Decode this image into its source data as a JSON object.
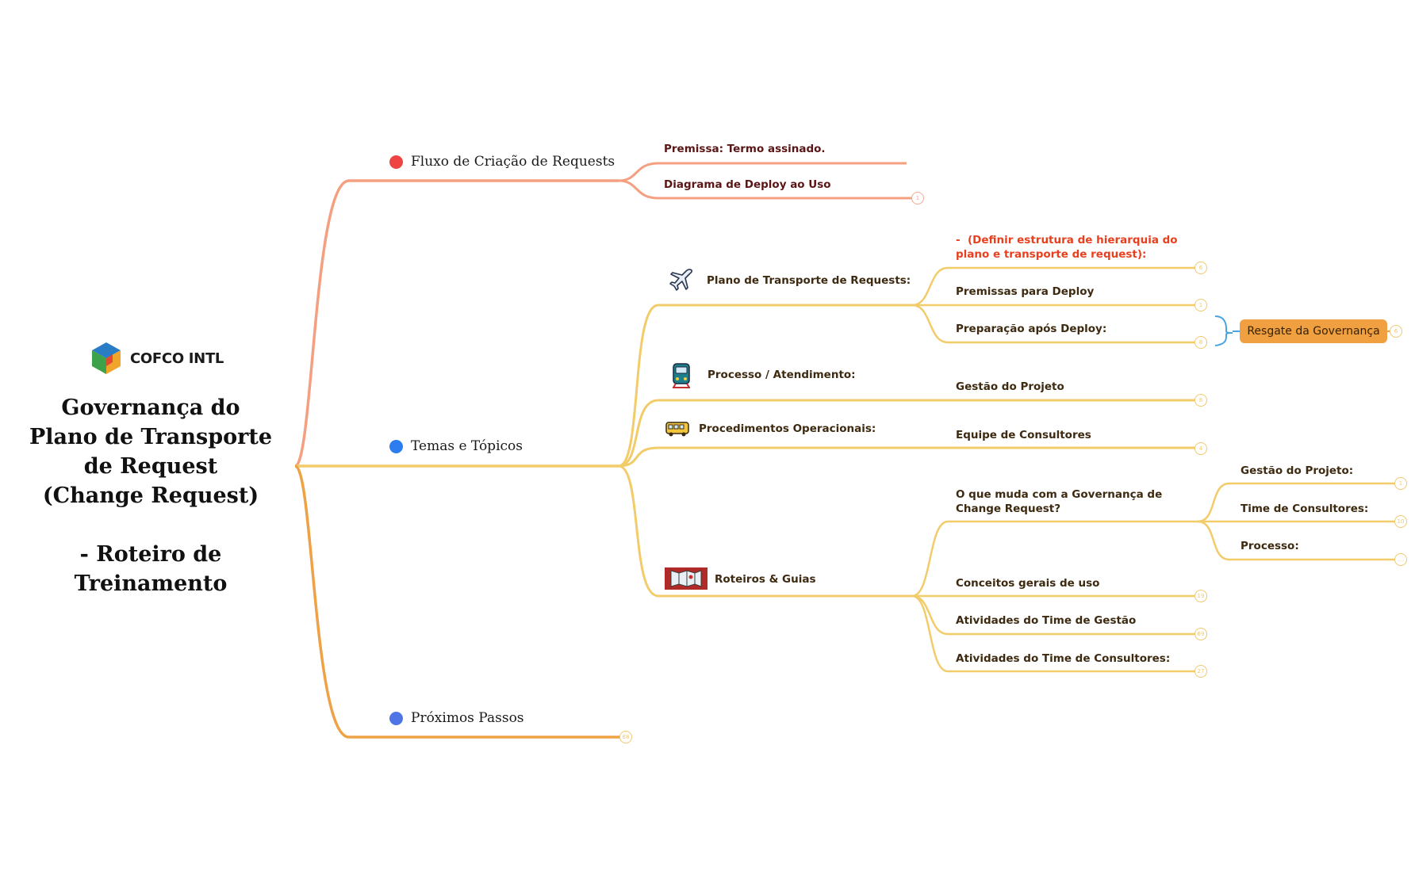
{
  "root": {
    "logo_text": "COFCO INTL",
    "title_lines": [
      "Governança do",
      "Plano de Transporte",
      "de Request",
      "(Change Request)",
      "",
      "- Roteiro de",
      "Treinamento"
    ]
  },
  "colors": {
    "branch_red": "#f4a080",
    "branch_yellow": "#f2cc6a",
    "branch_orange": "#eea245",
    "dot_red": "#ee4444",
    "dot_blue": "#2e7df0",
    "dot_blue2": "#4f74e6",
    "callout": "#f0a040"
  },
  "main_topics": {
    "fluxo": {
      "label": "Fluxo de Criação de Requests",
      "children": [
        "Premissa: Termo assinado.",
        "Diagrama de Deploy ao Uso"
      ],
      "badges": [
        "1"
      ]
    },
    "temas": {
      "label": "Temas e Tópicos"
    },
    "proximos": {
      "label": "Próximos Passos",
      "badge": "68"
    }
  },
  "temas": {
    "plano": {
      "label": "Plano de Transporte de Requests:",
      "icon": "airplane-icon",
      "note": "-  (Definir estrutura de hierarquia do\nplano e transporte de request):",
      "note_badge": "6",
      "children": [
        {
          "label": "Premissas para Deploy",
          "badge": "1"
        },
        {
          "label": "Preparação após Deploy:",
          "badge": "8"
        }
      ],
      "callout": {
        "label": "Resgate da Governança",
        "badge": "6"
      }
    },
    "processo": {
      "label": "Processo / Atendimento:",
      "icon": "train-icon",
      "child": "Gestão do Projeto",
      "badge": "8"
    },
    "procedimentos": {
      "label": "Procedimentos Operacionais:",
      "icon": "bus-icon",
      "child": "Equipe de Consultores",
      "badge": "4"
    },
    "roteiros": {
      "label": "Roteiros & Guias",
      "icon": "map-icon",
      "muda": {
        "label": "O que muda com a Governança de\nChange Request?",
        "children": [
          {
            "label": "Gestão do Projeto:",
            "badge": "1"
          },
          {
            "label": "Time de Consultores:",
            "badge": "10"
          },
          {
            "label": "Processo:",
            "badge": "..."
          }
        ]
      },
      "children": [
        {
          "label": "Conceitos gerais de uso",
          "badge": "19"
        },
        {
          "label": "Atividades do Time de Gestão",
          "badge": "69"
        },
        {
          "label": "Atividades do Time de Consultores:",
          "badge": "27"
        }
      ]
    }
  }
}
